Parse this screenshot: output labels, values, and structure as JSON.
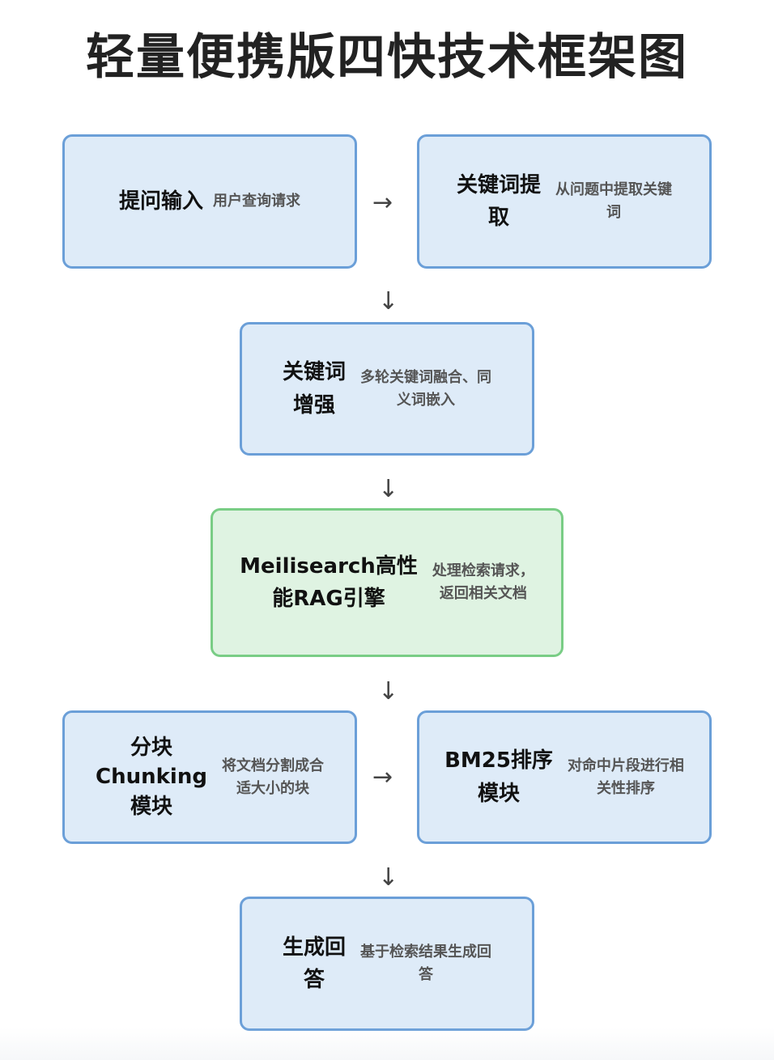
{
  "title": "轻量便携版四快技术框架图",
  "nodes": {
    "input": {
      "title": "提问输入",
      "desc": "用户查询请求"
    },
    "keyword_extract": {
      "title": "关键词提\n取",
      "desc": "从问题中提取关键\n词"
    },
    "keyword_enhance": {
      "title": "关键词\n增强",
      "desc": "多轮关键词融合、同\n义词嵌入"
    },
    "rag_engine": {
      "title": "Meilisearch高性\n能RAG引擎",
      "desc": "处理检索请求，\n返回相关文档"
    },
    "chunking": {
      "title": "分块\nChunking\n模块",
      "desc": "将文档分割成合\n适大小的块"
    },
    "bm25": {
      "title": "BM25排序\n模块",
      "desc": "对命中片段进行相\n关性排序"
    },
    "generate": {
      "title": "生成回\n答",
      "desc": "基于检索结果生成回\n答"
    }
  },
  "arrows": {
    "right": "→",
    "down": "↓"
  },
  "colors": {
    "box_border": "#6b9fd8",
    "box_fill": "#deebf8",
    "engine_border": "#79cd85",
    "engine_fill": "#dff3e2"
  }
}
